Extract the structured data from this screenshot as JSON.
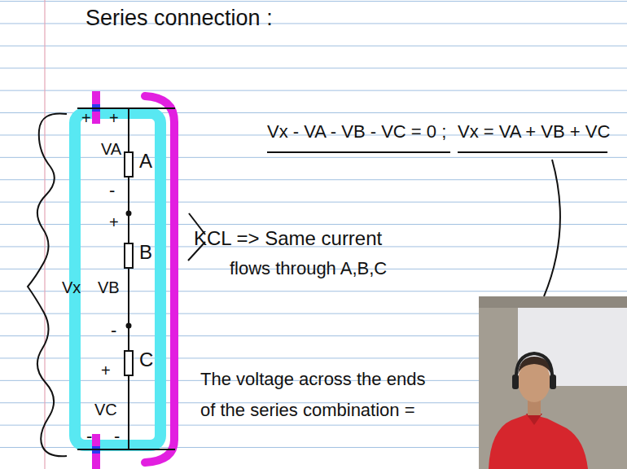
{
  "diagram": {
    "title": "Series connection :",
    "nodes": [
      {
        "text": [
          "A"
        ]
      },
      {
        "text": [
          "B"
        ]
      },
      {
        "text": [
          "C"
        ]
      }
    ],
    "edges": [
      {
        "from": 0,
        "to": 1,
        "arrow": "none"
      },
      {
        "from": 1,
        "to": 2,
        "arrow": "none"
      }
    ],
    "labels": [
      "+",
      "+",
      "VA",
      "-",
      "+",
      "Vx",
      "VB",
      "-",
      "+",
      "VC",
      "-",
      "-",
      "Vx - VA - VB - VC = 0 ;",
      "Vx = VA + VB + VC",
      "KCL => Same current",
      "flows through A,B,C",
      "The voltage across the ends",
      "of the series combination ="
    ]
  }
}
